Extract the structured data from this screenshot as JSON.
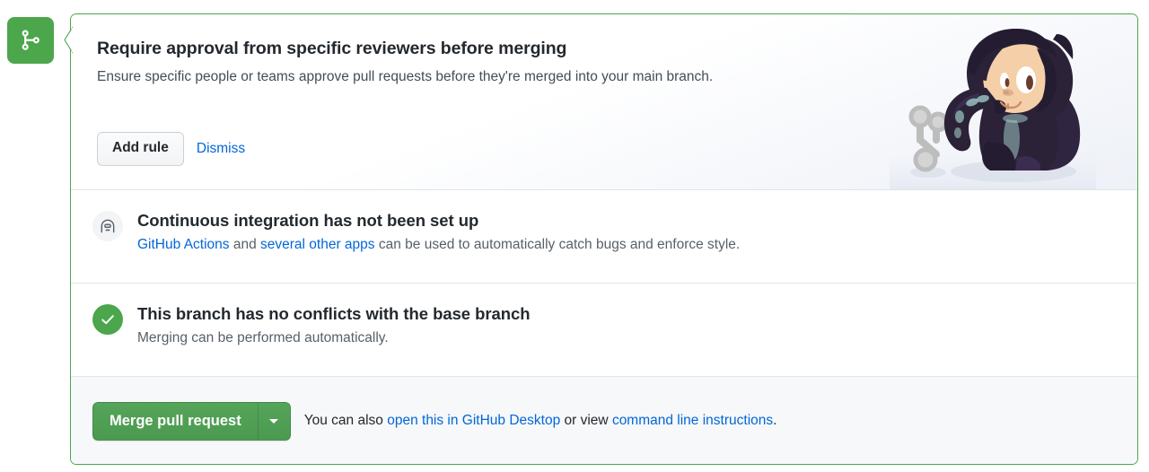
{
  "state_badge": {
    "icon": "git-branch-icon",
    "color": "#4CA64C"
  },
  "promo": {
    "title": "Require approval from specific reviewers before merging",
    "description": "Ensure specific people or teams approve pull requests before they're merged into your main branch.",
    "add_rule_label": "Add rule",
    "dismiss_label": "Dismiss",
    "illustration": "octocat-with-branch-toy-illustration"
  },
  "ci_row": {
    "icon": "robot-icon",
    "title": "Continuous integration has not been set up",
    "sub_link_1": "GitHub Actions",
    "sub_text_1": " and ",
    "sub_link_2": "several other apps",
    "sub_text_2": " can be used to automatically catch bugs and enforce style."
  },
  "conflicts_row": {
    "icon": "check-circle-icon",
    "icon_color": "#4CA64C",
    "title": "This branch has no conflicts with the base branch",
    "subtitle": "Merging can be performed automatically."
  },
  "footer": {
    "merge_label": "Merge pull request",
    "caret_icon": "chevron-down-icon",
    "note_prefix": "You can also ",
    "note_link_1": "open this in GitHub Desktop",
    "note_middle": " or view ",
    "note_link_2": "command line instructions",
    "note_suffix": "."
  },
  "colors": {
    "green": "#4CA64C",
    "link_blue": "#0366d6",
    "border": "#e1e4e8",
    "footer_bg": "#f6f8fa",
    "text": "#24292e",
    "muted": "#586069"
  }
}
